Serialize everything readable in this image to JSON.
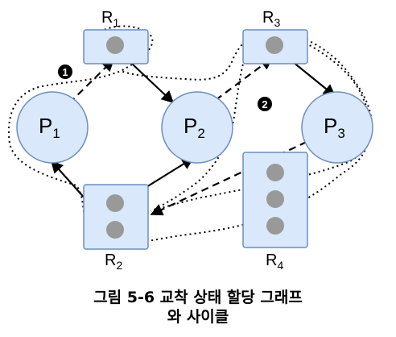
{
  "processes": [
    {
      "id": "P1",
      "base": "P",
      "sub": "1"
    },
    {
      "id": "P2",
      "base": "P",
      "sub": "2"
    },
    {
      "id": "P3",
      "base": "P",
      "sub": "3"
    }
  ],
  "resources": [
    {
      "id": "R1",
      "base": "R",
      "sub": "1",
      "instances": 1
    },
    {
      "id": "R2",
      "base": "R",
      "sub": "2",
      "instances": 2
    },
    {
      "id": "R3",
      "base": "R",
      "sub": "3",
      "instances": 1
    },
    {
      "id": "R4",
      "base": "R",
      "sub": "4",
      "instances": 3
    }
  ],
  "edges": [
    {
      "type": "request",
      "from": "P1",
      "to": "R1"
    },
    {
      "type": "assignment",
      "from": "R1",
      "to": "P2"
    },
    {
      "type": "request",
      "from": "P2",
      "to": "R3"
    },
    {
      "type": "assignment",
      "from": "R3",
      "to": "P3"
    },
    {
      "type": "request",
      "from": "P3",
      "to": "R2"
    },
    {
      "type": "assignment",
      "from": "R2",
      "to": "P1"
    },
    {
      "type": "assignment",
      "from": "R2",
      "to": "P2"
    }
  ],
  "cycles": [
    {
      "marker": "1",
      "path": [
        "P1",
        "R1",
        "P2",
        "R3",
        "P3",
        "R2",
        "P1"
      ]
    },
    {
      "marker": "2",
      "path": [
        "P2",
        "R3",
        "P3",
        "R2",
        "P2"
      ]
    }
  ],
  "caption": {
    "line1": "그림 5-6 교착 상태 할당 그래프",
    "line2": "와 사이클"
  },
  "colors": {
    "node_fill": "#dae8fc",
    "node_stroke": "#6c8ebf",
    "instance_dot": "#999999",
    "edge": "#000000"
  }
}
